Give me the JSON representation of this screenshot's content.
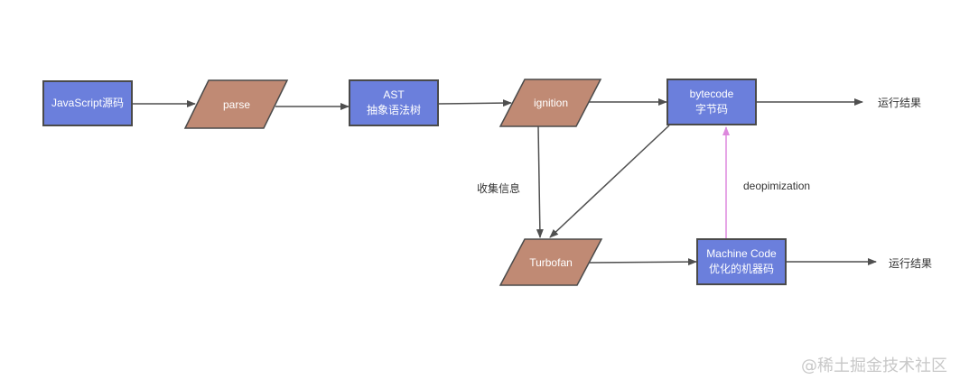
{
  "nodes": {
    "source": {
      "line1": "JavaScript源码"
    },
    "parse": {
      "line1": "parse"
    },
    "ast": {
      "line1": "AST",
      "line2": "抽象语法树"
    },
    "ignition": {
      "line1": "ignition"
    },
    "bytecode": {
      "line1": "bytecode",
      "line2": "字节码"
    },
    "turbofan": {
      "line1": "Turbofan"
    },
    "machine_code": {
      "line1": "Machine Code",
      "line2": "优化的机器码"
    }
  },
  "edge_labels": {
    "collect_info": "收集信息",
    "deopt": "deopimization",
    "result_top": "运行结果",
    "result_bottom": "运行结果"
  },
  "colors": {
    "process_box": "#6b7fdc",
    "io_shape": "#c08a74",
    "border": "#4a4a4a",
    "arrow": "#4f4f4f",
    "deopt_arrow": "#dd88dd"
  },
  "watermark": "@稀土掘金技术社区"
}
